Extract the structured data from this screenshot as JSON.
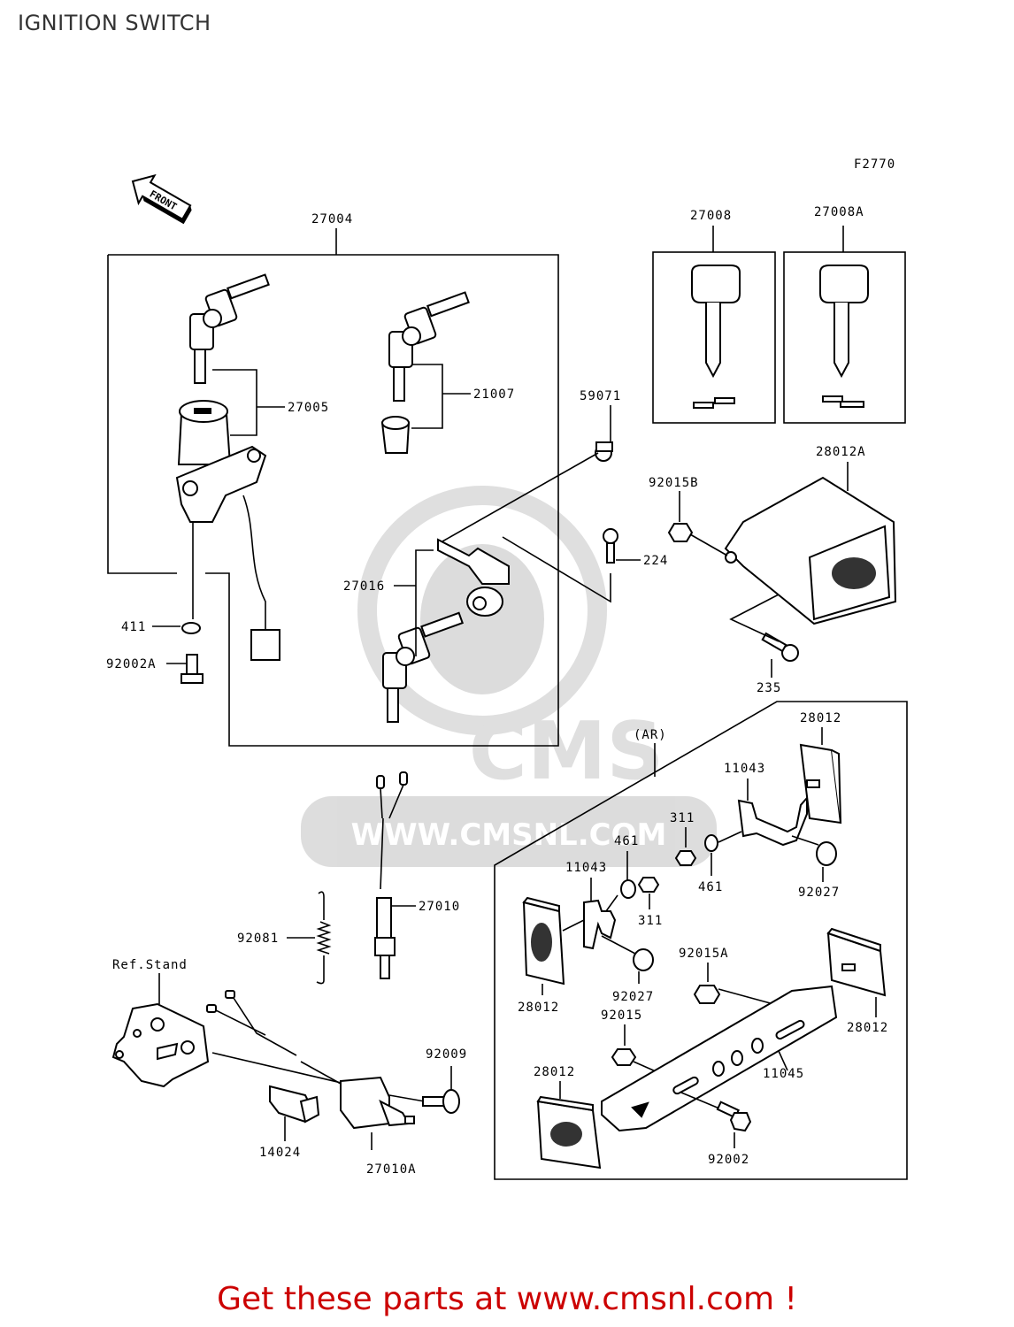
{
  "page": {
    "title": "IGNITION SWITCH",
    "figure_code": "F2770",
    "promo_text": "Get these parts at www.cmsnl.com !"
  },
  "diagram": {
    "front_indicator": "FRONT",
    "watermark": {
      "brand": "CMS",
      "url": "WWW.CMSNL.COM"
    },
    "labels": {
      "p27004": "27004",
      "p27005": "27005",
      "p21007": "21007",
      "p27016": "27016",
      "p59071": "59071",
      "p411": "411",
      "p92002A": "92002A",
      "p27008": "27008",
      "p27008A": "27008A",
      "p28012A": "28012A",
      "p92015B": "92015B",
      "p224": "224",
      "p235": "235",
      "ar": "(AR)",
      "p28012_top": "28012",
      "p11043_top": "11043",
      "p311_top": "311",
      "p461_top": "461",
      "p461_right": "461",
      "p92027_right": "92027",
      "p11043_left": "11043",
      "p311_mid": "311",
      "p28012_left": "28012",
      "p92027_mid": "92027",
      "p92015A": "92015A",
      "p92015": "92015",
      "p28012_right": "28012",
      "p11045": "11045",
      "p28012_bottom": "28012",
      "p92002": "92002",
      "p27010": "27010",
      "p92081": "92081",
      "ref_stand": "Ref.Stand",
      "p92009": "92009",
      "p14024": "14024",
      "p27010A": "27010A"
    }
  }
}
